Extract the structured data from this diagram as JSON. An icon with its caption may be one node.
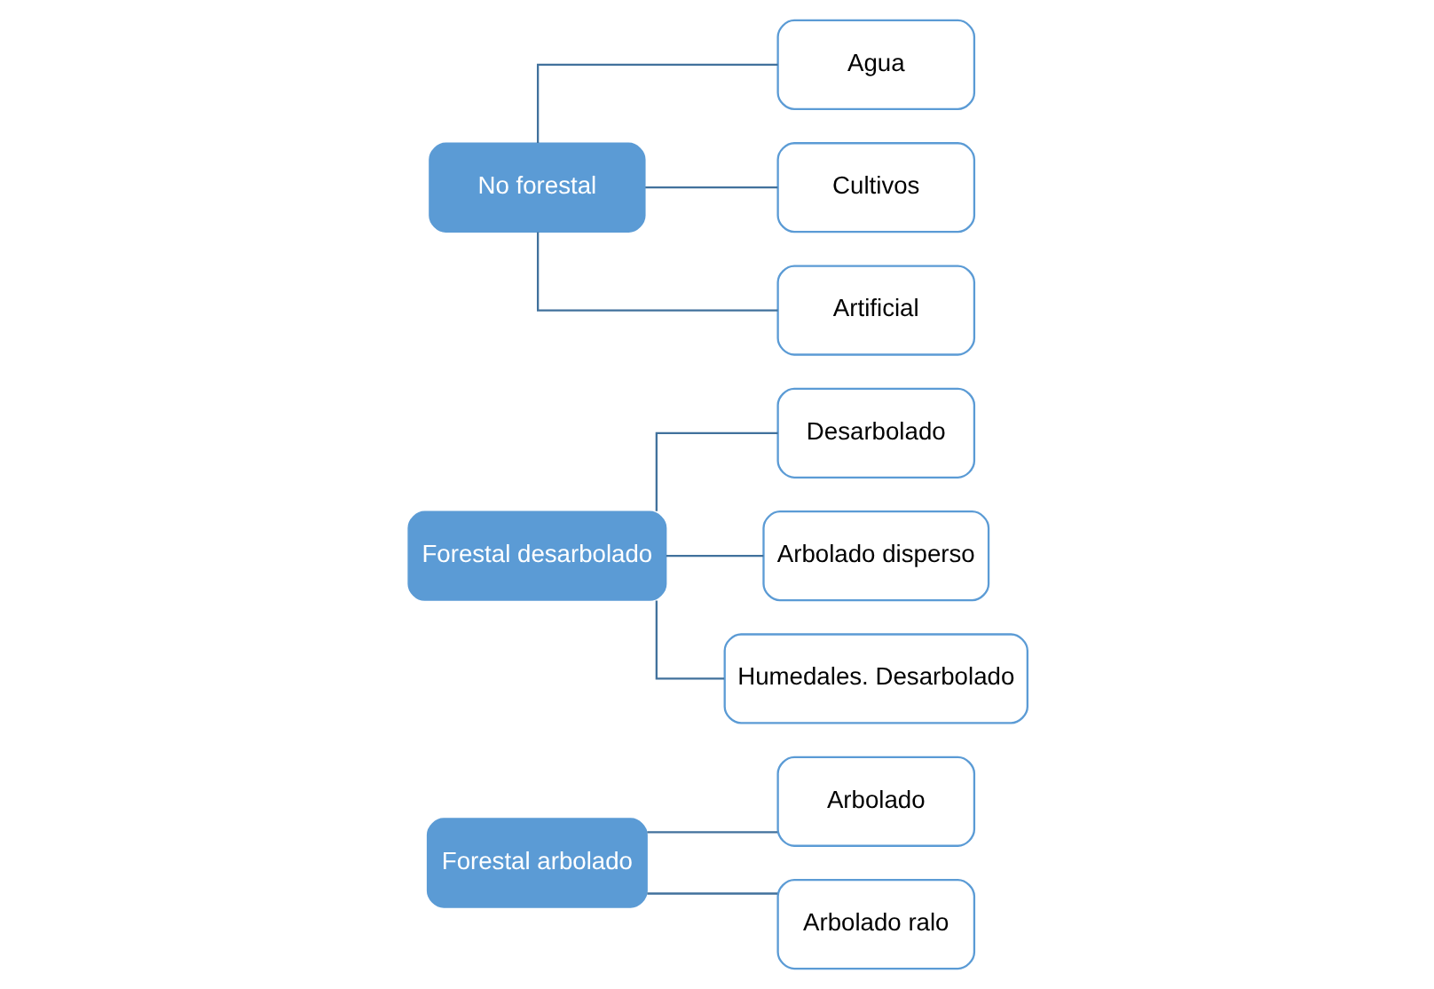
{
  "diagram": {
    "nodes": [
      {
        "text": [
          "Forestal arbolado"
        ]
      },
      {
        "text": [
          "Arbolado"
        ]
      },
      {
        "text": [
          "Arbolado ralo"
        ]
      },
      {
        "text": [
          "Forestal desarbolado"
        ]
      },
      {
        "text": [
          "Desarbolado"
        ]
      },
      {
        "text": [
          "Arbolado disperso"
        ]
      },
      {
        "text": [
          "Humedales. Desarbolado"
        ]
      },
      {
        "text": [
          "No forestal"
        ]
      },
      {
        "text": [
          "Agua"
        ]
      },
      {
        "text": [
          "Cultivos"
        ]
      },
      {
        "text": [
          "Artificial"
        ]
      }
    ],
    "edges": [
      {
        "from": 0,
        "to": 1,
        "arrow": "none"
      },
      {
        "from": 0,
        "to": 2,
        "arrow": "none"
      },
      {
        "from": 3,
        "to": 4,
        "arrow": "none"
      },
      {
        "from": 3,
        "to": 5,
        "arrow": "none"
      },
      {
        "from": 3,
        "to": 6,
        "arrow": "none"
      },
      {
        "from": 7,
        "to": 8,
        "arrow": "none"
      },
      {
        "from": 7,
        "to": 9,
        "arrow": "none"
      },
      {
        "from": 7,
        "to": 10,
        "arrow": "none"
      }
    ]
  }
}
